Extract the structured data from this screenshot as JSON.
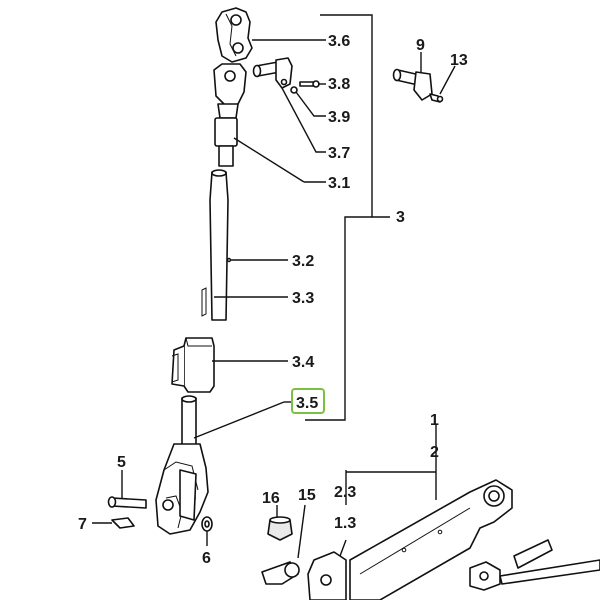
{
  "callouts": {
    "c3_6": "3.6",
    "c9": "9",
    "c13": "13",
    "c3_8": "3.8",
    "c3_9": "3.9",
    "c3_7": "3.7",
    "c3_1": "3.1",
    "c3": "3",
    "c3_2": "3.2",
    "c3_3": "3.3",
    "c3_4": "3.4",
    "c3_5": "3.5",
    "c1": "1",
    "c2": "2",
    "c5": "5",
    "c2_3": "2.3",
    "c16": "16",
    "c15": "15",
    "c1_3": "1.3",
    "c7": "7",
    "c6": "6"
  },
  "highlight": {
    "color": "#7ac142",
    "target": "3.5"
  }
}
